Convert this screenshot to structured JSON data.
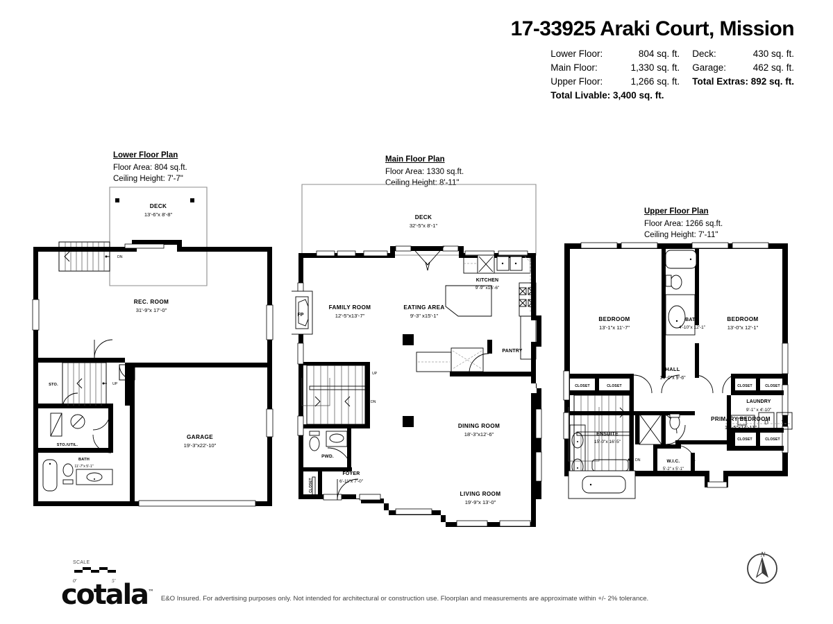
{
  "header": {
    "title": "17-33925 Araki Court, Mission",
    "stats_left": [
      {
        "label": "Lower Floor:",
        "value": "804 sq. ft."
      },
      {
        "label": "Main Floor:",
        "value": "1,330 sq. ft."
      },
      {
        "label": "Upper Floor:",
        "value": "1,266 sq. ft."
      }
    ],
    "total_livable": "Total Livable: 3,400 sq. ft.",
    "stats_right": [
      {
        "label": "Deck:",
        "value": "430 sq. ft."
      },
      {
        "label": "Garage:",
        "value": "462 sq. ft."
      }
    ],
    "total_extras": "Total Extras: 892 sq. ft."
  },
  "plans": {
    "lower": {
      "title": "Lower Floor Plan",
      "area": "Floor Area: 804 sq.ft.",
      "ceiling": "Ceiling Height: 7'-7\"",
      "rooms": [
        {
          "name": "DECK",
          "dims": "13'-6\"x  8'-8\""
        },
        {
          "name": "REC. ROOM",
          "dims": "31'-9\"x 17'-0\""
        },
        {
          "name": "STO.",
          "dims": ""
        },
        {
          "name": "STO./UTIL.",
          "dims": ""
        },
        {
          "name": "BATH",
          "dims": "11'-7\"x  5'-1\""
        },
        {
          "name": "GARAGE",
          "dims": "19'-3\"x22'-10\""
        }
      ],
      "stair_markers": [
        "DN",
        "UP"
      ]
    },
    "main": {
      "title": "Main Floor Plan",
      "area": "Floor Area: 1330 sq.ft.",
      "ceiling": "Ceiling Height: 8'-11\"",
      "rooms": [
        {
          "name": "DECK",
          "dims": "32'-5\"x  8'-1\""
        },
        {
          "name": "KITCHEN",
          "dims": "9'-9\" x15'-6\""
        },
        {
          "name": "FAMILY ROOM",
          "dims": "12'-5\"x13'-7\""
        },
        {
          "name": "EATING AREA",
          "dims": "9'-3\" x15'-1\""
        },
        {
          "name": "PANTRY",
          "dims": ""
        },
        {
          "name": "DINING ROOM",
          "dims": "18'-3\"x12'-6\""
        },
        {
          "name": "LIVING ROOM",
          "dims": "19'-9\"x 13'-0\""
        },
        {
          "name": "FOYER",
          "dims": "6'-11\"x  7'-0\""
        },
        {
          "name": "PWD.",
          "dims": ""
        },
        {
          "name": "CLOSET",
          "dims": ""
        }
      ],
      "fireplace_label": "FP",
      "stair_markers": [
        "UP",
        "DN"
      ]
    },
    "upper": {
      "title": "Upper Floor Plan",
      "area": "Floor Area: 1266 sq.ft.",
      "ceiling": "Ceiling Height: 7'-11\"",
      "rooms": [
        {
          "name": "BEDROOM",
          "dims": "13'-1\"x 11'-7\""
        },
        {
          "name": "BATH",
          "dims": "4'-10\"x 12'-1\""
        },
        {
          "name": "BEDROOM",
          "dims": "13'-0\"x 12'-1\""
        },
        {
          "name": "HALL",
          "dims": "14'-0\"x  9'-6\""
        },
        {
          "name": "LAUNDRY",
          "dims": "9'-1\" x 4'-10\""
        },
        {
          "name": "ENSUITE",
          "dims": "15'-0\"x 16'-5\""
        },
        {
          "name": "PRIMARY BEDROOM",
          "dims": "16'-5\"x14'-11\""
        },
        {
          "name": "W.I.C.",
          "dims": "5'-2\" x  5'-1\""
        }
      ],
      "closets": [
        "CLOSET",
        "CLOSET",
        "CLOSET",
        "CLOSET",
        "CLOSET",
        "CLOSET"
      ],
      "appliances": [
        "D",
        "W"
      ],
      "stair_markers": [
        "DN"
      ]
    }
  },
  "scale": {
    "caption": "SCALE",
    "start": "0'",
    "end": "5'"
  },
  "compass": {
    "north_label": "N"
  },
  "footer": {
    "logo": "cotala",
    "logo_tm": "™",
    "disclaimer": "E&O Insured. For advertising purposes only. Not intended for architectural or construction use. Floorplan and measurements are approximate within +/- 2% tolerance."
  },
  "colors": {
    "wall": "#000000",
    "deck_outline": "#8c8c8c",
    "text": "#1a1a1a",
    "disclaimer_text": "#3d3d3d"
  }
}
